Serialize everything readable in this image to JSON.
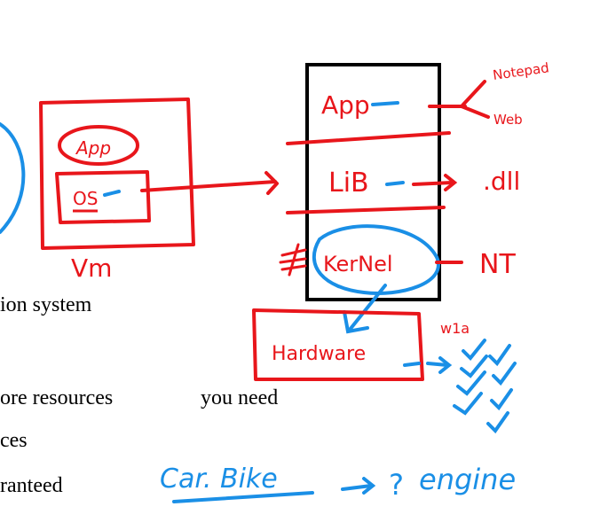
{
  "doc_text": {
    "line1": "ion system",
    "line2a": "ore resources",
    "line2b": "you  need",
    "line3": "ces",
    "line4": "ranteed"
  },
  "annotations": {
    "vm_app": "App",
    "vm_os": "OS",
    "vm_label": "Vm",
    "stack_app": "App",
    "stack_lib": "LiB",
    "stack_kernel": "KerNel",
    "hardware": "Hardware",
    "notepad": "Notepad",
    "web": "Web",
    "dll": ".dll",
    "nt": "NT",
    "wla": "w1a",
    "car_bike": "Car. Bike",
    "question": "?",
    "engine": "engine"
  },
  "colors": {
    "red_ink": "#e8161b",
    "blue_ink": "#1a8fe6",
    "black_ink": "#000000"
  }
}
